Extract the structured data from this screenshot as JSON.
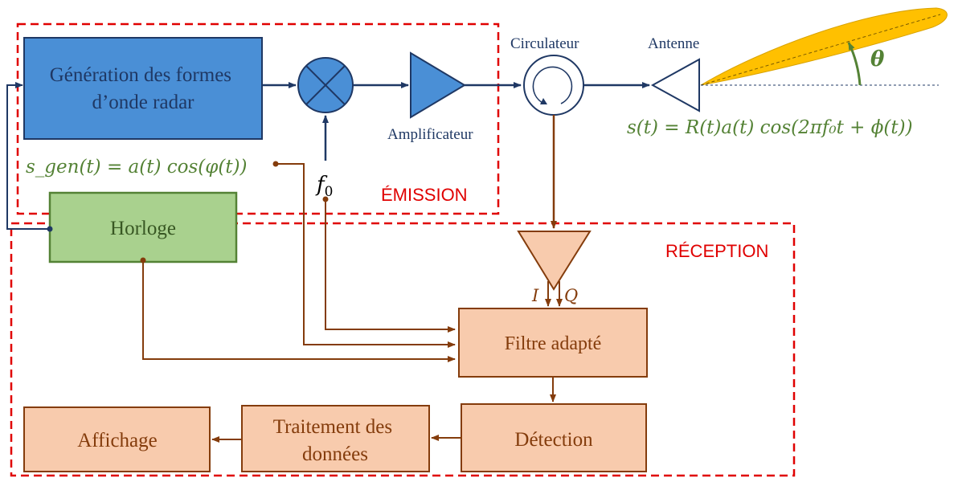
{
  "blocks": {
    "generation": [
      "Génération des formes",
      "d’onde radar"
    ],
    "amplifier": "Amplificateur",
    "circulator": "Circulateur",
    "antenna": "Antenne",
    "clock": "Horloge",
    "matched_filter": "Filtre adapté",
    "detection": "Détection",
    "processing": [
      "Traitement des",
      "données"
    ],
    "display": "Affichage"
  },
  "regions": {
    "emission": "ÉMISSION",
    "reception": "RÉCEPTION"
  },
  "labels": {
    "carrier": "f",
    "carrier_sub": "0",
    "i_channel": "I",
    "q_channel": "Q",
    "angle": "θ"
  },
  "equations": {
    "generated_signal": "s_gen(t) = a(t) cos(φ(t))",
    "transmitted_signal": "s(t) = R(t)a(t) cos(2πf₀t + ϕ(t))"
  },
  "colors": {
    "blue_block": "#4a8fd6",
    "blue_stroke": "#1f3864",
    "green_block": "#a9d18e",
    "green_stroke": "#548235",
    "peach_block": "#f8cbad",
    "brown_line": "#843c0c",
    "red_dashed": "#e00000",
    "green_text": "#548235",
    "beam": "#ffc000"
  }
}
